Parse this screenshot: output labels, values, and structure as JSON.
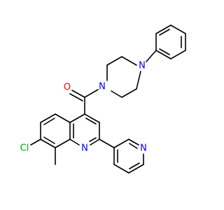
{
  "molecule": {
    "atoms": {
      "oxygen": "O",
      "piperazine_n_top": "N",
      "piperazine_n_bottom": "N",
      "chlorine": "Cl",
      "quinoline_n": "N",
      "pyridine_n": "N"
    },
    "colors": {
      "bond": "#000000",
      "oxygen": "#ff0000",
      "nitrogen": "#0000ff",
      "chlorine": "#00aa00"
    }
  }
}
